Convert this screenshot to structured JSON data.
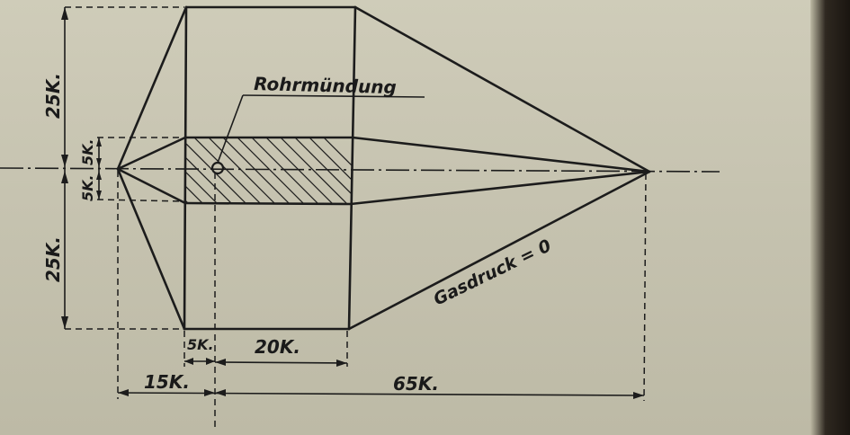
{
  "labels": {
    "outer_upper": "25K.",
    "outer_lower": "25K.",
    "inner_upper": "5K.",
    "inner_lower": "5K.",
    "front_offset": "5K.",
    "length": "20K.",
    "base_left": "15K.",
    "base_right": "65K.",
    "muzzle": "Rohrmündung",
    "gas_pressure": "Gasdruck = 0"
  }
}
